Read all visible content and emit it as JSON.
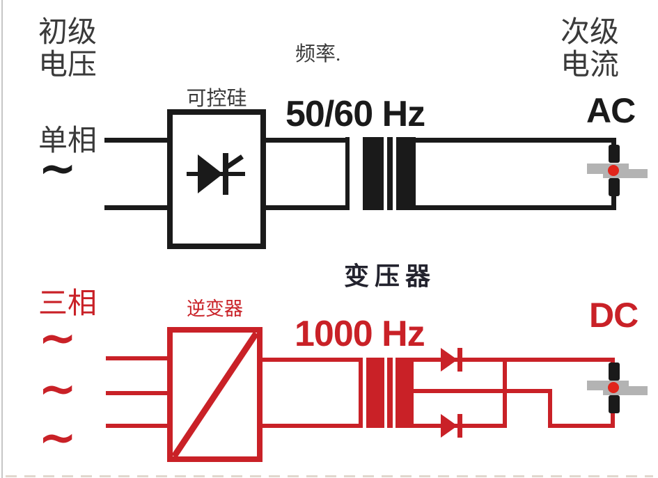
{
  "colors": {
    "black": "#1a1a1a",
    "red": "#c92127",
    "workpiece_gray": "#b3b3b3",
    "arc_dot_red": "#e1251b",
    "transformer_label_navy": "#23232e"
  },
  "top_circuit": {
    "primary_voltage_label": "初级\n电压",
    "phase_label": "单相",
    "phase_symbol": "~",
    "converter_label": "可控硅",
    "frequency_label": "频率.",
    "frequency_value": "50/60 Hz",
    "secondary_current_label": "次级\n电流",
    "output_type": "AC"
  },
  "transformer_label": "变压器",
  "bottom_circuit": {
    "phase_label": "三相",
    "phase_symbols": [
      "~",
      "~",
      "~"
    ],
    "converter_label": "逆变器",
    "frequency_value": "1000 Hz",
    "output_type": "DC"
  },
  "symbols": {
    "thyristor_icon": "thyristor (diode with gate)",
    "inverter_icon": "box with diagonal",
    "transformer_icon": "winding bars with core line",
    "diode_icon": "triangle with cathode bar",
    "arc_point_icon": "red dot on workpiece"
  }
}
